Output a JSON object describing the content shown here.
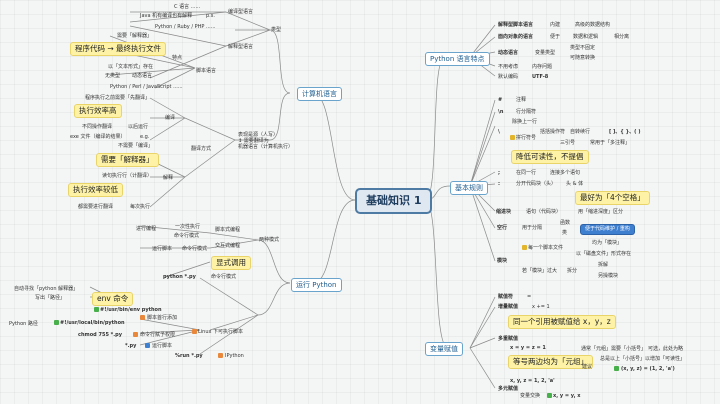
{
  "central": "基础知识 1",
  "sections": {
    "computer_lang": "计算机语言",
    "run_python": "运行 Python",
    "python_features": "Python 语言特点",
    "basic_rules": "基本规则",
    "variables": "变量赋值"
  },
  "computer_lang": {
    "type": "类型",
    "compiled": "编译型语言",
    "c_lang": "C 语言 ......",
    "java_note": "Java 机有编译也有解释",
    "ps": "p.s.",
    "interpreted": "解释型语言",
    "py_ruby": "Python / Ruby / PHP ......",
    "feature": "特点",
    "need_interp": "需要「解释器」",
    "hl_exec": "程序代码 → 最终执行文件",
    "text_form": "以「文本形式」存在",
    "no_type": "无类型",
    "dynamic": "动态语言",
    "script_lang": "脚本语言",
    "py_perl": "Python / Perl / JavaScript ......",
    "compile_note": "程序执行之前需要「先翻译」",
    "hl_eff_high": "执行效率高",
    "compile": "编译",
    "cross_platform": "不同操作翻译",
    "run_after": "以后运行",
    "exe_note": "exe 文件（编译的结果）",
    "eg": "e.g.",
    "no_need": "不需要「编译」",
    "hl_interp": "需要「解释器」",
    "interpret": "解释",
    "trans_mode": "翻译方式",
    "lang_bridge1": "表现是源（人写）",
    "lang_bridge2": "↕ 需要翻译为",
    "lang_bridge3": "机器语言（计算机执行）",
    "run_line": "读句执行行（计翻译）",
    "hl_eff_low": "执行效率较低",
    "every_time": "都需要进行翻译",
    "every_exec": "每次执行"
  },
  "run_python": {
    "two_modes": "两种模式",
    "script_mode": "脚本式编程",
    "run_once": "一次性执行",
    "cmd_line": "命令行模式",
    "interactive": "交互式编程",
    "enter_code": "进行编程",
    "run_script": "运行脚本",
    "cmd_py": "命令行模式",
    "hl_show": "显式调用",
    "python_py": "python *.py",
    "cmd_mode_line": "命令行模式",
    "auto_find": "自动寻找「python 解释器」",
    "write_path": "写出「路径」",
    "hl_env": "env 命令",
    "shebang": "#!/usr/bin/env python",
    "py_path": "Python 路径",
    "shebang2": "#!/usr/local/bin/python",
    "script_head": "脚本首行添加",
    "chmod": "chmod 755 *.py",
    "give_perm": "命令行赋予权限",
    "linux_exec": "Linux 下可执行脚本",
    "dot_py": "*.py",
    "run_script2": "运行脚本",
    "run_py": "%run *.py",
    "ipython": "IPython"
  },
  "python_features": {
    "interp_lang": "解释型脚本语言",
    "built_in": "内建",
    "advanced_ds": "高级的数据结构",
    "oop": "面向对象的语言",
    "easy": "便于",
    "data_logic": "数据和逻辑",
    "combine": "相分离",
    "dynamic_lang": "动态语言",
    "var_type": "变量类型",
    "type_unfixed": "类型不固定",
    "can_change": "可随意转换",
    "no_declare": "不用考虑",
    "mem_manage": "内存问题",
    "default_enc": "默认编码",
    "utf8": "UTF-8"
  },
  "basic_rules": {
    "hash": "#",
    "comment": "注释",
    "newline": "\\n",
    "line_sep": "行分隔符",
    "empty": "除换上一行",
    "backslash": "\\",
    "connect": "拼行符号",
    "bracket_op": "括括操作符",
    "auto_cont": "自转续行",
    "brackets": "[ ]、{ }、( )",
    "triple": "三引号",
    "doc_line": "常用于「多注释」",
    "hl_readable": "降低可读性，不提倡",
    "semicolon": ";",
    "same_line": "在同一行",
    "join_stmt": "连接多个语句",
    "colon": ":",
    "split": "分开代码块（头）",
    "head_body": "头  &  体",
    "hl_indent": "最好为「4个空格」",
    "indent": "缩进块",
    "code_block": "语句（代码块）",
    "use_indent": "用「缩进深度」区分",
    "blank": "空行",
    "block_sep": "用于分隔",
    "func": "函数",
    "class": "类",
    "blue_note": "便于代码维护 / 重构",
    "module": "模块",
    "each_file": "每一个脚本文件",
    "mod_name": "均为「模块」",
    "source_form": "以「磁盘文件」形式存在",
    "too_big": "若「模块」过大",
    "split_more": "拆分",
    "split_mod": "拆解",
    "independent": "另操模块"
  },
  "variables": {
    "assign_sym": "赋值符",
    "eq": "=",
    "aug": "增量赋值",
    "aug_ex": "x += 1",
    "hl_same_ref": "同一个引用被赋值给 x，y，z",
    "multi": "多重赋值",
    "multi_ex": "x = y = z = 1",
    "hl_tuple": "等号两边均为「元组」",
    "tuple_note1": "通常「元组」需要「小括号」",
    "tuple_note2": "可选，此处为略",
    "recommend": "建议",
    "tuple_note3": "总是以上「小括号」以增加「可读性」",
    "tuple_code": "(x, y, z) = (1, 2, 'a')",
    "multi_var": "多元赋值",
    "multi_var_ex": "x, y, z = 1, 2, 'a'",
    "swap": "变量交换",
    "swap_ex": "x, y = y, x"
  }
}
